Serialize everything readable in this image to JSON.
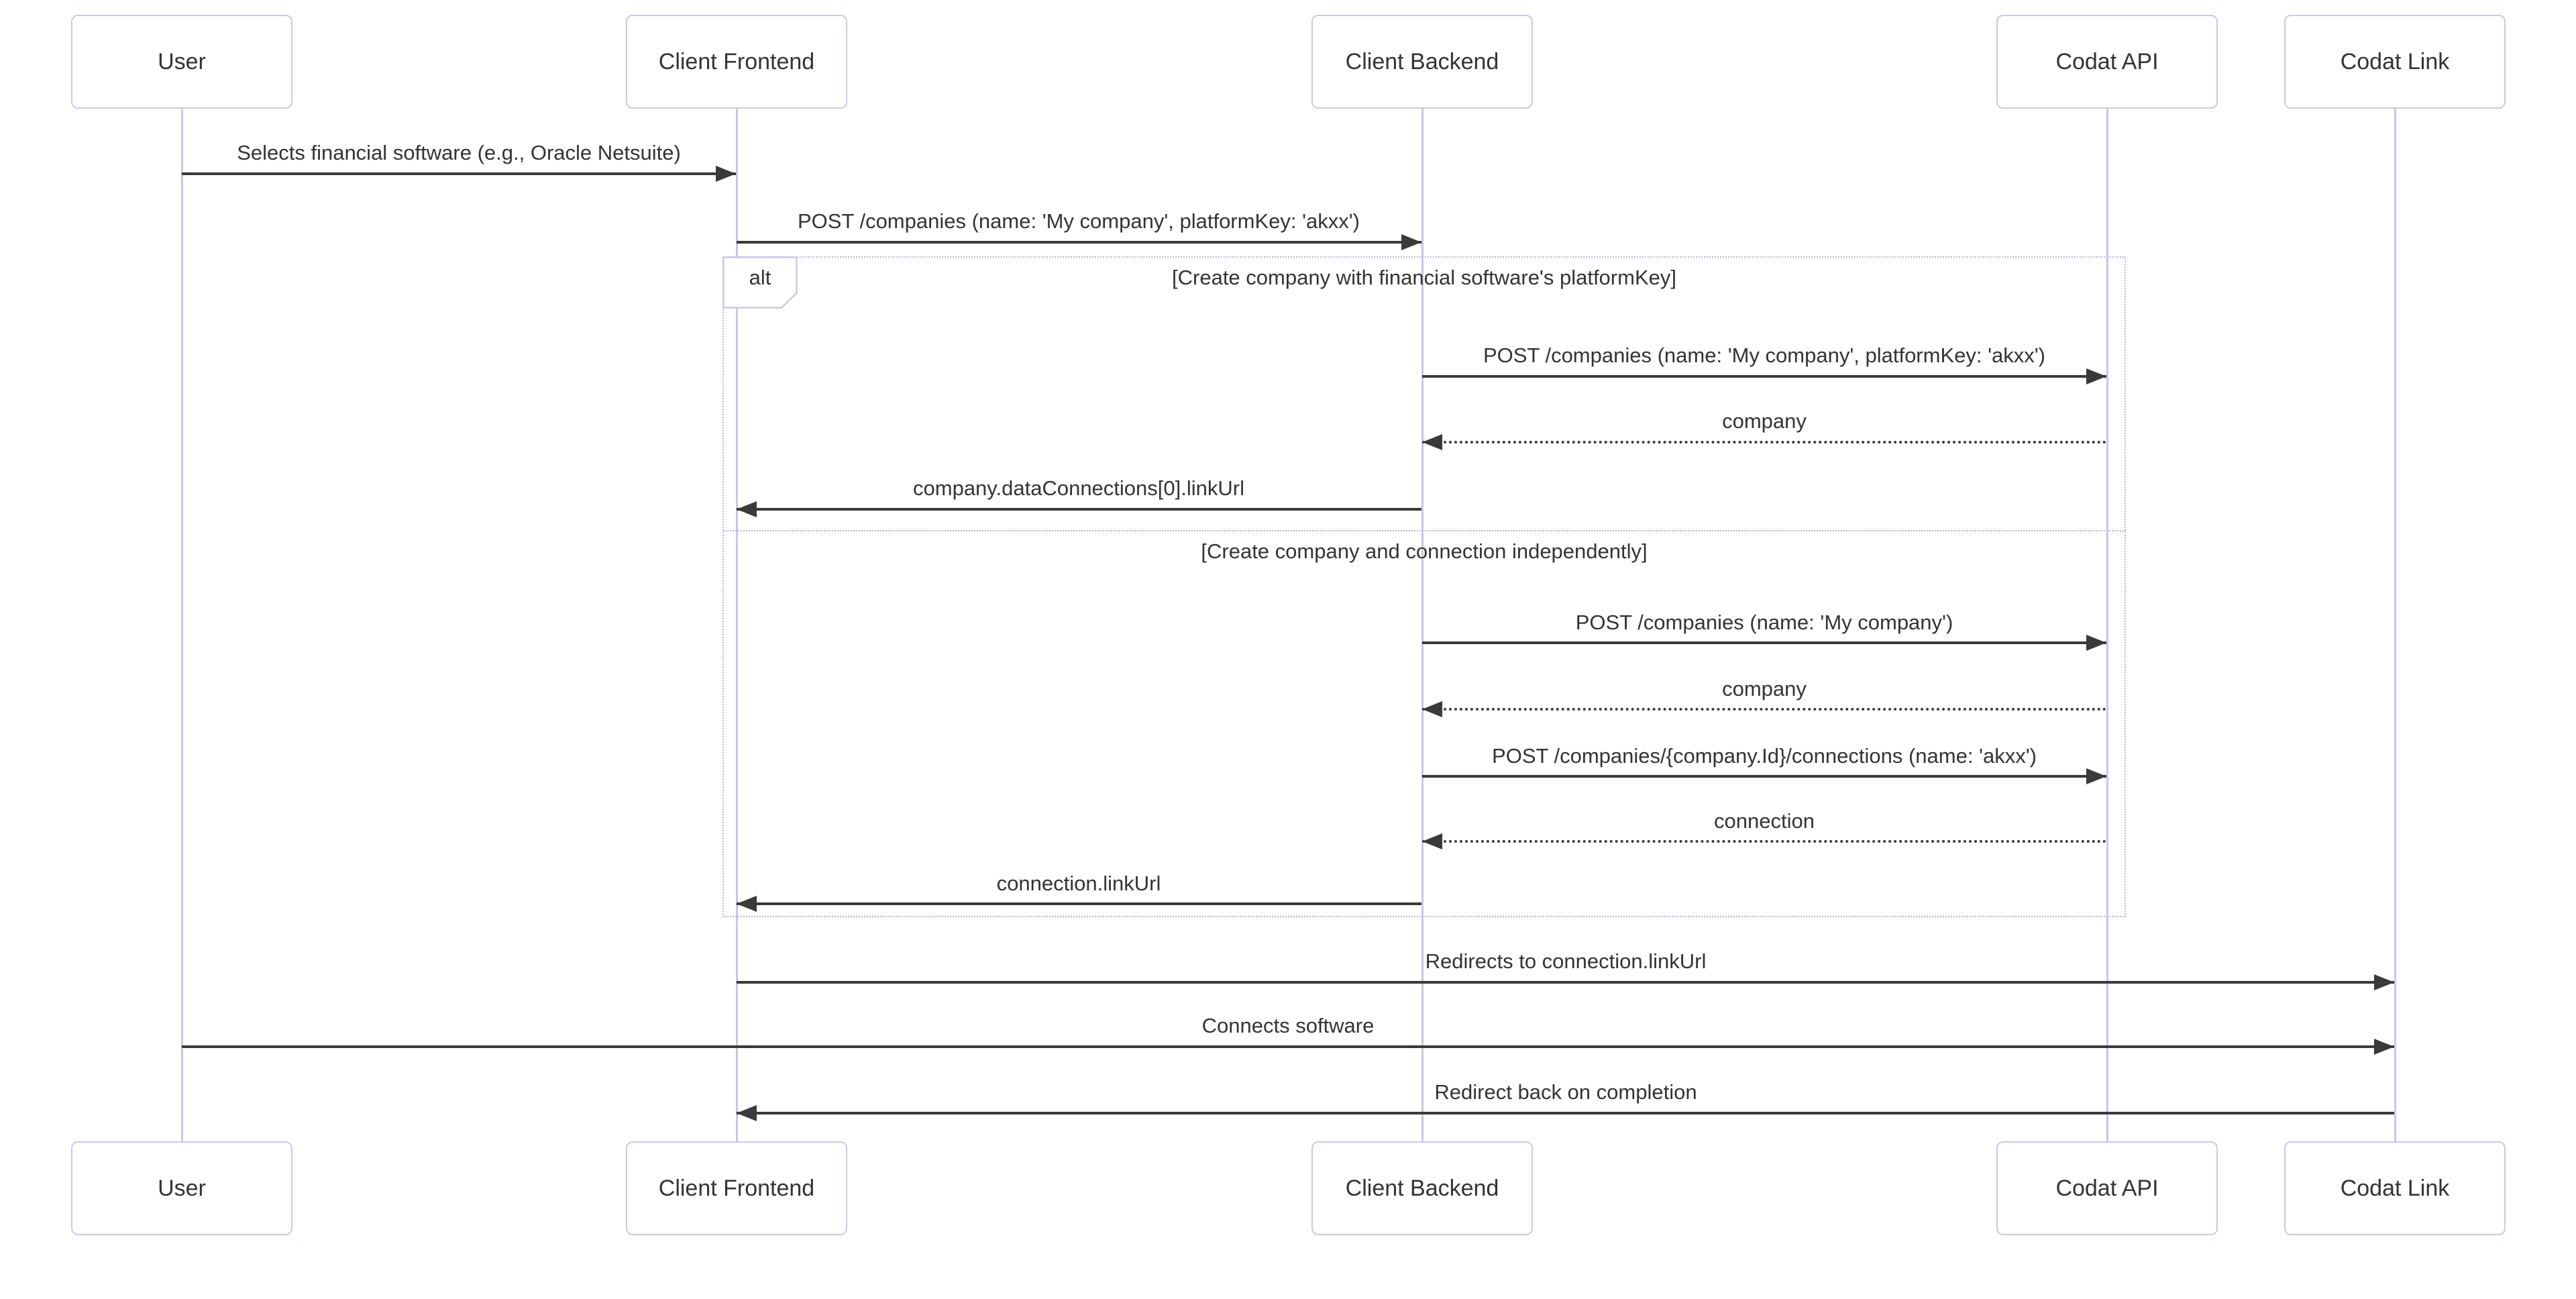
{
  "diagram": {
    "type": "sequence",
    "actors": [
      {
        "label": "User"
      },
      {
        "label": "Client Frontend"
      },
      {
        "label": "Client Backend"
      },
      {
        "label": "Codat API"
      },
      {
        "label": "Codat Link"
      }
    ],
    "fragment": {
      "operator": "alt",
      "conditions": [
        "[Create company with financial software's platformKey]",
        "[Create company and connection independently]"
      ]
    },
    "messages": [
      {
        "from": "User",
        "to": "Client Frontend",
        "type": "solid",
        "label": "Selects financial software (e.g., Oracle Netsuite)"
      },
      {
        "from": "Client Frontend",
        "to": "Client Backend",
        "type": "solid",
        "label": "POST /companies (name: 'My company', platformKey: 'akxx')"
      },
      {
        "from": "Client Backend",
        "to": "Codat API",
        "type": "solid",
        "label": "POST /companies (name: 'My company', platformKey: 'akxx')"
      },
      {
        "from": "Codat API",
        "to": "Client Backend",
        "type": "dashed",
        "label": "company"
      },
      {
        "from": "Client Backend",
        "to": "Client Frontend",
        "type": "solid",
        "label": "company.dataConnections[0].linkUrl"
      },
      {
        "from": "Client Backend",
        "to": "Codat API",
        "type": "solid",
        "label": "POST /companies (name: 'My company')"
      },
      {
        "from": "Codat API",
        "to": "Client Backend",
        "type": "dashed",
        "label": "company"
      },
      {
        "from": "Client Backend",
        "to": "Codat API",
        "type": "solid",
        "label": "POST /companies/{company.Id}/connections (name: 'akxx')"
      },
      {
        "from": "Codat API",
        "to": "Client Backend",
        "type": "dashed",
        "label": "connection"
      },
      {
        "from": "Client Backend",
        "to": "Client Frontend",
        "type": "solid",
        "label": "connection.linkUrl"
      },
      {
        "from": "Client Frontend",
        "to": "Codat Link",
        "type": "solid",
        "label": "Redirects to connection.linkUrl"
      },
      {
        "from": "User",
        "to": "Codat Link",
        "type": "solid",
        "label": "Connects software"
      },
      {
        "from": "Codat Link",
        "to": "Client Frontend",
        "type": "solid",
        "label": "Redirect back on completion"
      }
    ],
    "colors": {
      "background": "#ffffff",
      "actor_border": "#c9c9ea",
      "lifeline": "#c7c7e8",
      "frame_border": "#b7b7dc",
      "signal": "#3a3a3a",
      "text": "#333333"
    }
  }
}
